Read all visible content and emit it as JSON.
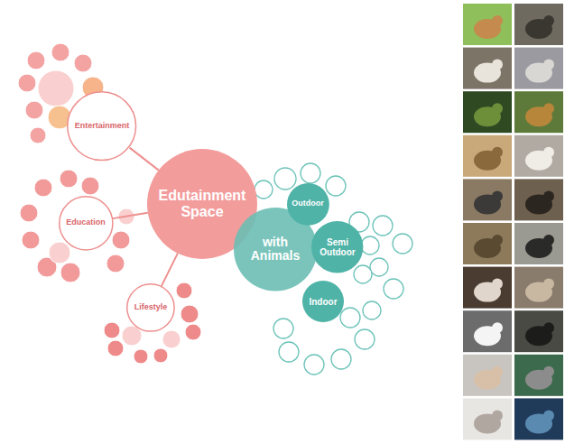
{
  "diagram": {
    "nodes": [
      {
        "text": [
          "Edutainment Space"
        ]
      },
      {
        "text": [
          "Entertainment"
        ]
      },
      {
        "text": [
          "Education"
        ]
      },
      {
        "text": [
          "Lifestyle"
        ]
      },
      {
        "text": [
          "with Animals"
        ]
      },
      {
        "text": [
          "Outdoor"
        ]
      },
      {
        "text": [
          "Semi Outdoor"
        ]
      },
      {
        "text": [
          "Indoor"
        ]
      }
    ],
    "edges": [
      {
        "from": 0,
        "to": 1,
        "arrow": "none"
      },
      {
        "from": 0,
        "to": 2,
        "arrow": "none"
      },
      {
        "from": 0,
        "to": 3,
        "arrow": "none"
      }
    ]
  }
}
